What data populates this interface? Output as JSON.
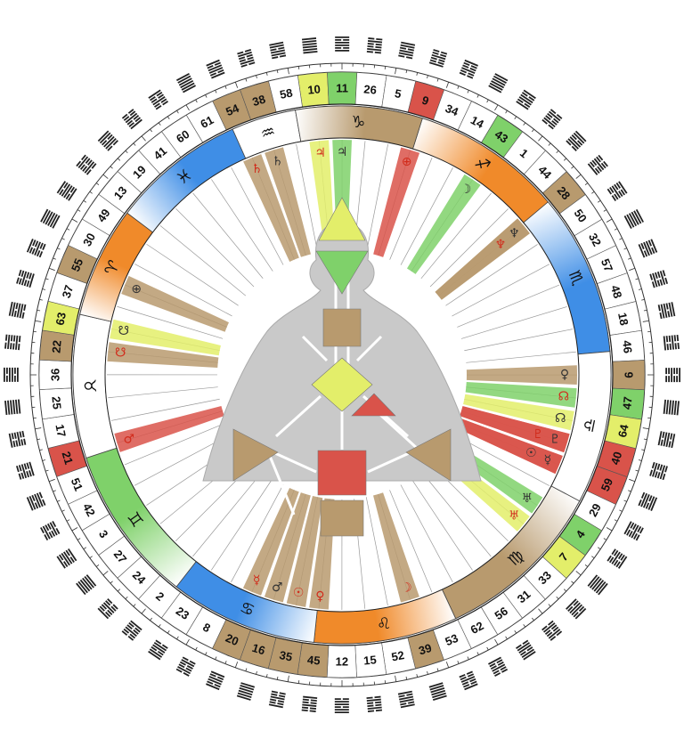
{
  "colors": {
    "gold": "#b89a6e",
    "green": "#7fd16a",
    "lime": "#e3ee6a",
    "red": "#d9534a",
    "blue": "#3f8ee6",
    "orange": "#f08a2a",
    "brown": "#a07a4a",
    "body": "#c9c9c9",
    "redglyph": "#d12b1b",
    "blackglyph": "#333333"
  },
  "gates": [
    {
      "num": "10",
      "color": "lime"
    },
    {
      "num": "11",
      "color": "green"
    },
    {
      "num": "26",
      "color": "none"
    },
    {
      "num": "5",
      "color": "none"
    },
    {
      "num": "9",
      "color": "red"
    },
    {
      "num": "34",
      "color": "none"
    },
    {
      "num": "14",
      "color": "none"
    },
    {
      "num": "43",
      "color": "green"
    },
    {
      "num": "1",
      "color": "none"
    },
    {
      "num": "44",
      "color": "none"
    },
    {
      "num": "28",
      "color": "gold"
    },
    {
      "num": "50",
      "color": "none"
    },
    {
      "num": "32",
      "color": "none"
    },
    {
      "num": "57",
      "color": "none"
    },
    {
      "num": "48",
      "color": "none"
    },
    {
      "num": "18",
      "color": "none"
    },
    {
      "num": "46",
      "color": "none"
    },
    {
      "num": "6",
      "color": "gold"
    },
    {
      "num": "47",
      "color": "green"
    },
    {
      "num": "64",
      "color": "lime"
    },
    {
      "num": "40",
      "color": "red"
    },
    {
      "num": "59",
      "color": "red"
    },
    {
      "num": "29",
      "color": "none"
    },
    {
      "num": "4",
      "color": "green"
    },
    {
      "num": "7",
      "color": "lime"
    },
    {
      "num": "33",
      "color": "none"
    },
    {
      "num": "31",
      "color": "none"
    },
    {
      "num": "56",
      "color": "none"
    },
    {
      "num": "62",
      "color": "none"
    },
    {
      "num": "53",
      "color": "none"
    },
    {
      "num": "39",
      "color": "gold"
    },
    {
      "num": "52",
      "color": "none"
    },
    {
      "num": "15",
      "color": "none"
    },
    {
      "num": "12",
      "color": "none"
    },
    {
      "num": "45",
      "color": "gold"
    },
    {
      "num": "35",
      "color": "gold"
    },
    {
      "num": "16",
      "color": "gold"
    },
    {
      "num": "20",
      "color": "gold"
    },
    {
      "num": "8",
      "color": "none"
    },
    {
      "num": "23",
      "color": "none"
    },
    {
      "num": "2",
      "color": "none"
    },
    {
      "num": "24",
      "color": "none"
    },
    {
      "num": "27",
      "color": "none"
    },
    {
      "num": "3",
      "color": "none"
    },
    {
      "num": "42",
      "color": "none"
    },
    {
      "num": "51",
      "color": "none"
    },
    {
      "num": "21",
      "color": "red"
    },
    {
      "num": "17",
      "color": "none"
    },
    {
      "num": "25",
      "color": "none"
    },
    {
      "num": "36",
      "color": "none"
    },
    {
      "num": "22",
      "color": "gold"
    },
    {
      "num": "63",
      "color": "lime"
    },
    {
      "num": "37",
      "color": "none"
    },
    {
      "num": "55",
      "color": "gold"
    },
    {
      "num": "30",
      "color": "none"
    },
    {
      "num": "49",
      "color": "none"
    },
    {
      "num": "13",
      "color": "none"
    },
    {
      "num": "19",
      "color": "none"
    },
    {
      "num": "41",
      "color": "none"
    },
    {
      "num": "60",
      "color": "none"
    },
    {
      "num": "61",
      "color": "none"
    },
    {
      "num": "54",
      "color": "gold"
    },
    {
      "num": "38",
      "color": "gold"
    },
    {
      "num": "58",
      "color": "none"
    }
  ],
  "signs": [
    {
      "glyph": "♐",
      "color": "orange",
      "start": 17.4,
      "end": 50
    },
    {
      "glyph": "♏",
      "color": "blue",
      "start": 50,
      "end": 85
    },
    {
      "glyph": "♎",
      "color": "none",
      "start": 85,
      "end": 118
    },
    {
      "glyph": "♍",
      "color": "gold",
      "start": 118,
      "end": 155
    },
    {
      "glyph": "♌",
      "color": "orange",
      "start": 155,
      "end": 186
    },
    {
      "glyph": "♋",
      "color": "blue",
      "start": 186,
      "end": 218
    },
    {
      "glyph": "♊",
      "color": "green",
      "start": 218,
      "end": 252
    },
    {
      "glyph": "♉",
      "color": "none",
      "start": 252,
      "end": 283
    },
    {
      "glyph": "♈",
      "color": "orange",
      "start": 283,
      "end": 307
    },
    {
      "glyph": "♓",
      "color": "blue",
      "start": 307,
      "end": 336
    },
    {
      "glyph": "♒",
      "color": "none",
      "start": 336,
      "end": 350
    },
    {
      "glyph": "♑",
      "color": "gold",
      "start": 350,
      "end": 377.4
    }
  ],
  "activations": [
    {
      "gate": "10",
      "glyph": "♃",
      "glyph_color": "redglyph",
      "fill": "lime"
    },
    {
      "gate": "11",
      "glyph": "♃",
      "glyph_color": "blackglyph",
      "fill": "green"
    },
    {
      "gate": "9",
      "glyph": "⊕",
      "glyph_color": "redglyph",
      "fill": "red"
    },
    {
      "gate": "43",
      "glyph": "☽",
      "glyph_color": "blackglyph",
      "fill": "green"
    },
    {
      "gate": "28",
      "glyph": "♆",
      "glyph_color": "blackglyph",
      "fill": "gold"
    },
    {
      "gate": "28",
      "glyph": "♆",
      "glyph_color": "redglyph",
      "fill": "gold"
    },
    {
      "gate": "6",
      "glyph": "♀",
      "glyph_color": "blackglyph",
      "fill": "gold"
    },
    {
      "gate": "47",
      "glyph": "☊",
      "glyph_color": "redglyph",
      "fill": "green"
    },
    {
      "gate": "64",
      "glyph": "☊",
      "glyph_color": "blackglyph",
      "fill": "lime"
    },
    {
      "gate": "40",
      "glyph": "♇",
      "glyph_color": "blackglyph",
      "fill": "red"
    },
    {
      "gate": "40",
      "glyph": "♇",
      "glyph_color": "redglyph",
      "fill": "red"
    },
    {
      "gate": "59",
      "glyph": "☿",
      "glyph_color": "blackglyph",
      "fill": "red"
    },
    {
      "gate": "59",
      "glyph": "☉",
      "glyph_color": "blackglyph",
      "fill": "red"
    },
    {
      "gate": "4",
      "glyph": "♅",
      "glyph_color": "blackglyph",
      "fill": "green"
    },
    {
      "gate": "7",
      "glyph": "♅",
      "glyph_color": "redglyph",
      "fill": "lime"
    },
    {
      "gate": "39",
      "glyph": "☽",
      "glyph_color": "redglyph",
      "fill": "gold"
    },
    {
      "gate": "45",
      "glyph": "♀",
      "glyph_color": "redglyph",
      "fill": "gold"
    },
    {
      "gate": "35",
      "glyph": "☉",
      "glyph_color": "redglyph",
      "fill": "gold"
    },
    {
      "gate": "16",
      "glyph": "♂",
      "glyph_color": "blackglyph",
      "fill": "gold"
    },
    {
      "gate": "20",
      "glyph": "☿",
      "glyph_color": "redglyph",
      "fill": "gold"
    },
    {
      "gate": "21",
      "glyph": "♂",
      "glyph_color": "redglyph",
      "fill": "red"
    },
    {
      "gate": "22",
      "glyph": "☋",
      "glyph_color": "redglyph",
      "fill": "gold"
    },
    {
      "gate": "63",
      "glyph": "☋",
      "glyph_color": "blackglyph",
      "fill": "lime"
    },
    {
      "gate": "55",
      "glyph": "⊕",
      "glyph_color": "blackglyph",
      "fill": "gold"
    },
    {
      "gate": "54",
      "glyph": "♄",
      "glyph_color": "redglyph",
      "fill": "gold"
    },
    {
      "gate": "38",
      "glyph": "♄",
      "glyph_color": "blackglyph",
      "fill": "gold"
    }
  ],
  "centers": [
    {
      "name": "head",
      "shape": "triangle-up",
      "color": "lime"
    },
    {
      "name": "ajna",
      "shape": "triangle-down",
      "color": "green"
    },
    {
      "name": "throat",
      "shape": "square",
      "color": "gold"
    },
    {
      "name": "g",
      "shape": "diamond",
      "color": "lime"
    },
    {
      "name": "heart",
      "shape": "triangle-small",
      "color": "red"
    },
    {
      "name": "spleen",
      "shape": "triangle-right",
      "color": "gold"
    },
    {
      "name": "solar-plexus",
      "shape": "triangle-left",
      "color": "gold"
    },
    {
      "name": "sacral",
      "shape": "square",
      "color": "red"
    },
    {
      "name": "root",
      "shape": "square",
      "color": "gold"
    }
  ]
}
